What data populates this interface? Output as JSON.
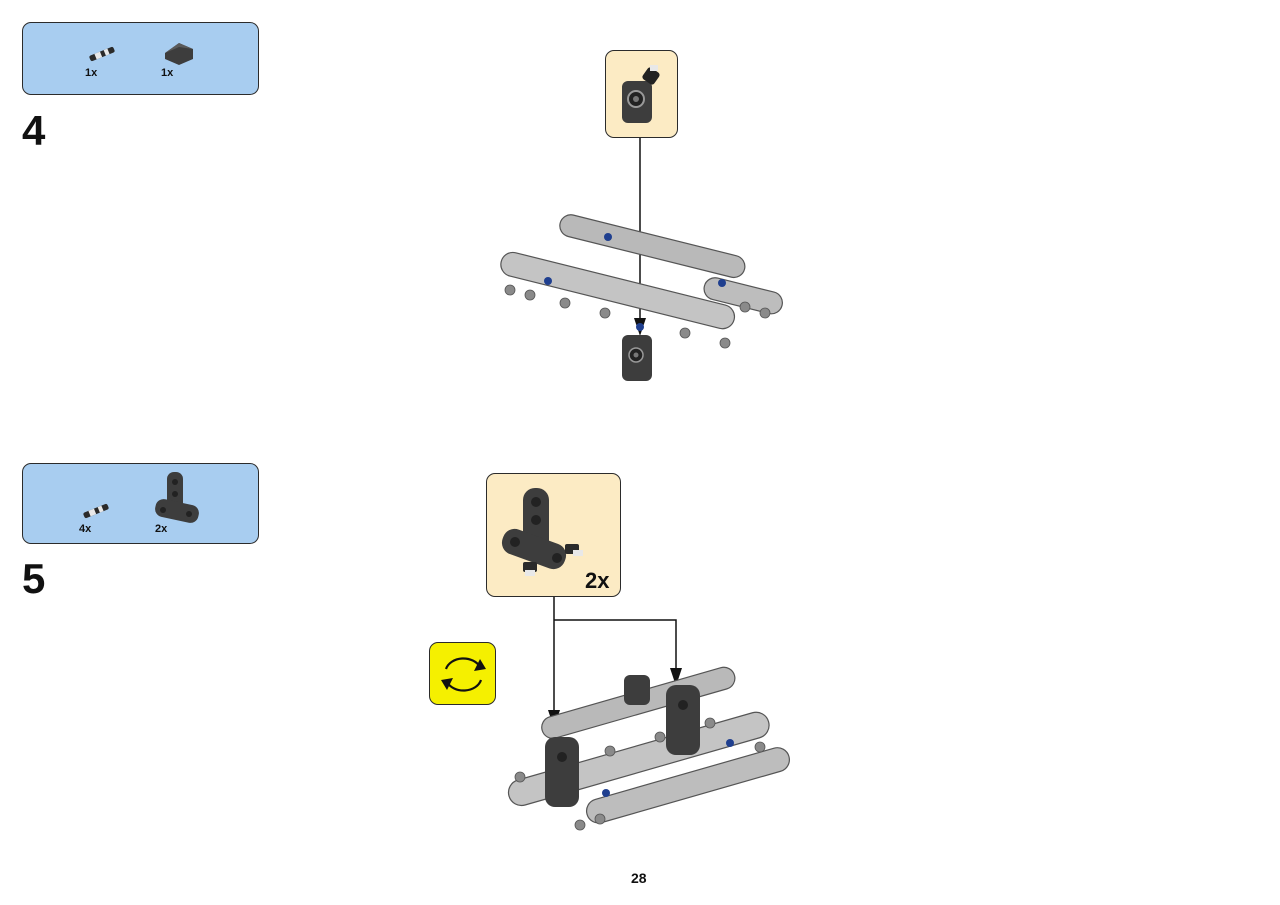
{
  "page_number": "28",
  "steps": [
    {
      "number": "4",
      "parts": [
        {
          "icon": "axle-pin-icon",
          "qty": "1x"
        },
        {
          "icon": "axle-connector-block-icon",
          "qty": "1x"
        }
      ],
      "callout": {
        "icon": "connector-with-pin-icon"
      }
    },
    {
      "number": "5",
      "parts": [
        {
          "icon": "axle-pin-icon",
          "qty": "4x"
        },
        {
          "icon": "t-beam-icon",
          "qty": "2x"
        }
      ],
      "callout": {
        "icon": "t-beam-with-pins-icon",
        "qty": "2x"
      },
      "rotate_icon": "rotate-model-icon"
    }
  ],
  "colors": {
    "parts_box": "#a8cdf0",
    "callout_box": "#fcebc4",
    "rotate_box": "#f5f000",
    "beam_light_gray": "#b9b9b9",
    "part_dark_gray": "#3d3d3d",
    "pin_blue": "#1f3f8f"
  }
}
